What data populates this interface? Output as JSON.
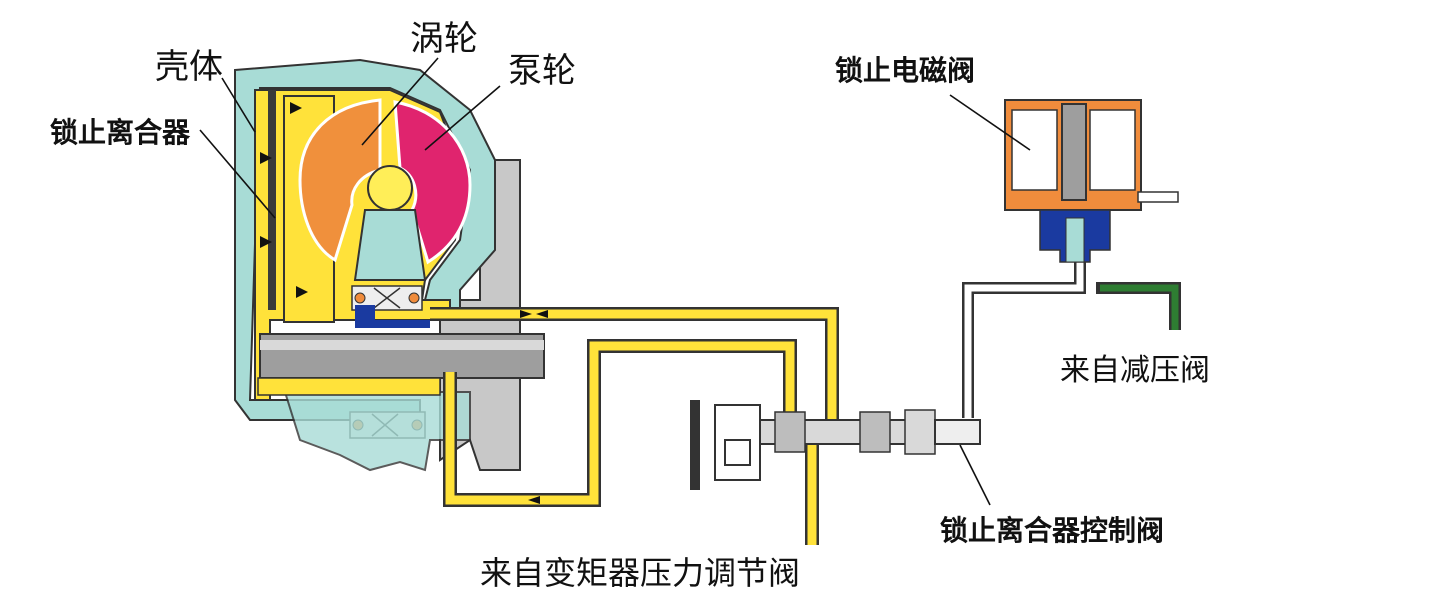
{
  "labels": {
    "housing": "壳体",
    "turbine": "涡轮",
    "pump": "泵轮",
    "lockup_clutch": "锁止离合器",
    "lockup_solenoid": "锁止电磁阀",
    "from_reducing_valve": "来自减压阀",
    "lockup_clutch_control_valve": "锁止离合器控制阀",
    "from_converter_regulator": "来自变矩器压力调节阀"
  },
  "colors": {
    "oil": "#ffe23a",
    "oil_outline": "#3a3a1a",
    "housing": "#a8dcd6",
    "turbine": "#f0903c",
    "pump": "#e0246e",
    "grey": "#c8c8c8",
    "solenoid_coil": "#f08c3c",
    "valve_blue": "#1a3aa0",
    "green_line": "#2e7d32"
  }
}
